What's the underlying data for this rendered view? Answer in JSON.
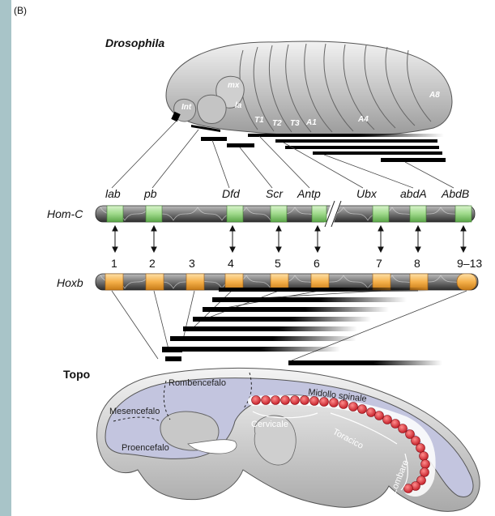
{
  "panel_label": "(B)",
  "drosophila": {
    "title": "Drosophila",
    "segments": [
      "Int",
      "mx",
      "la",
      "T1",
      "T2",
      "T3",
      "A1",
      "A4",
      "A8"
    ]
  },
  "genes": [
    "lab",
    "pb",
    "Dfd",
    "Scr",
    "Antp",
    "Ubx",
    "abdA",
    "AbdB"
  ],
  "hom_c_label": "Hom-C",
  "hoxb_label": "Hoxb",
  "paralog_numbers": [
    "1",
    "2",
    "3",
    "4",
    "5",
    "6",
    "7",
    "8",
    "9–13"
  ],
  "mouse": {
    "title": "Topo",
    "regions": [
      "Rombencefalo",
      "Mesencefalo",
      "Proencefalo",
      "Midollo spinale",
      "Cervicale",
      "Toracico",
      "Lombare"
    ]
  },
  "colors": {
    "hom_c_gene": "#9ed98a",
    "hoxb_gene": "#f5b04a",
    "neural_tube": "#c3c5df",
    "somite": "#e0303a",
    "side_bar": "#a8c4c8"
  }
}
